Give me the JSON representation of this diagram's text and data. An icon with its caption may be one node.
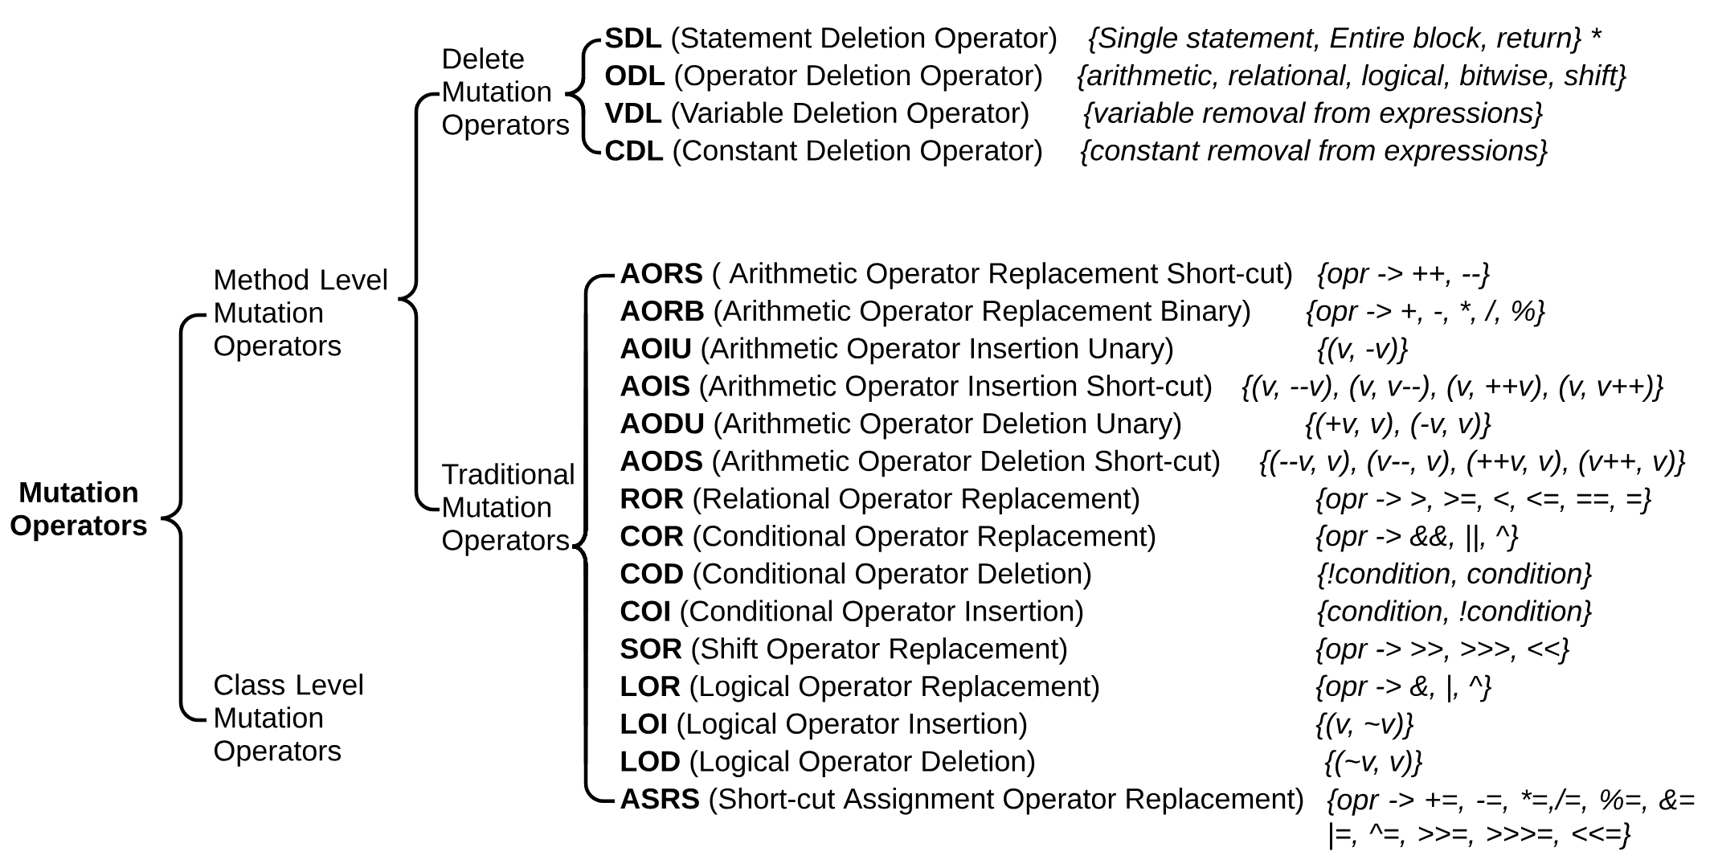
{
  "diagram": {
    "nodes": [
      {
        "text": [
          "Mutation Operators"
        ]
      },
      {
        "text": [
          "Method Level Mutation Operators"
        ]
      },
      {
        "text": [
          "Delete Mutation Operators"
        ]
      },
      {
        "text": [
          "**SDL** (Statement Deletion Operator)",
          "{Single statement, Entire block, return} *"
        ]
      },
      {
        "text": [
          "**ODL** (Operator Deletion Operator)",
          "{arithmetic, relational, logical, bitwise, shift}"
        ]
      },
      {
        "text": [
          "**VDL** (Variable Deletion Operator)",
          "{variable removal from expressions}"
        ]
      },
      {
        "text": [
          "**CDL** (Constant Deletion Operator)",
          "{constant removal from expressions}"
        ]
      },
      {
        "text": [
          "Traditional Mutation Operators"
        ]
      },
      {
        "text": [
          "**AORS** ( Arithmetic Operator Replacement Short-cut)",
          "{opr -> ++, --}"
        ]
      },
      {
        "text": [
          "**AORB** (Arithmetic Operator Replacement Binary)",
          "{opr -> +, -, *, /, %}"
        ]
      },
      {
        "text": [
          "**AOIU** (Arithmetic Operator Insertion Unary)",
          "{(v, -v)}"
        ]
      },
      {
        "text": [
          "**AOIS** (Arithmetic Operator Insertion Short-cut)",
          "{(v, --v), (v, v--), (v, ++v), (v, v++)}"
        ]
      },
      {
        "text": [
          "**AODU** (Arithmetic Operator Deletion Unary)",
          "{(+v, v), (-v, v)}"
        ]
      },
      {
        "text": [
          "**AODS** (Arithmetic Operator Deletion Short-cut)",
          "{(--v, v), (v--, v), (++v, v), (v++, v)}"
        ]
      },
      {
        "text": [
          "**ROR** (Relational Operator Replacement)",
          "{opr -> >, >=, <, <=, ==, =}"
        ]
      },
      {
        "text": [
          "**COR** (Conditional Operator Replacement)",
          "{opr -> &&, ||, ^}"
        ]
      },
      {
        "text": [
          "**COD** (Conditional Operator Deletion)",
          "{!condition, condition}"
        ]
      },
      {
        "text": [
          "**COI** (Conditional Operator Insertion)",
          "{condition, !condition}"
        ]
      },
      {
        "text": [
          "**SOR** (Shift Operator Replacement)",
          "{opr -> >>, >>>, <<}"
        ]
      },
      {
        "text": [
          "**LOR** (Logical Operator Replacement)",
          "{opr -> &, |, ^}"
        ]
      },
      {
        "text": [
          "**LOI** (Logical Operator Insertion)",
          "{(v, ~v)}"
        ]
      },
      {
        "text": [
          "**LOD** (Logical Operator Deletion)",
          "{(~v, v)}"
        ]
      },
      {
        "text": [
          "**ASRS** (Short-cut Assignment Operator Replacement)",
          "{opr -> +=, -=, *=,/=, %=, &= |=, ^=, >>=, >>>=, <<=}"
        ]
      },
      {
        "text": [
          "Class Level Mutation Operators"
        ]
      }
    ],
    "edges": [
      {
        "from": 0,
        "to": 1,
        "arrow": "none"
      },
      {
        "from": 0,
        "to": 23,
        "arrow": "none"
      },
      {
        "from": 1,
        "to": 2,
        "arrow": "none"
      },
      {
        "from": 1,
        "to": 7,
        "arrow": "none"
      },
      {
        "from": 2,
        "to": 3,
        "arrow": "none"
      },
      {
        "from": 2,
        "to": 4,
        "arrow": "none"
      },
      {
        "from": 2,
        "to": 5,
        "arrow": "none"
      },
      {
        "from": 2,
        "to": 6,
        "arrow": "none"
      },
      {
        "from": 7,
        "to": 8,
        "arrow": "none"
      },
      {
        "from": 7,
        "to": 9,
        "arrow": "none"
      },
      {
        "from": 7,
        "to": 10,
        "arrow": "none"
      },
      {
        "from": 7,
        "to": 11,
        "arrow": "none"
      },
      {
        "from": 7,
        "to": 12,
        "arrow": "none"
      },
      {
        "from": 7,
        "to": 13,
        "arrow": "none"
      },
      {
        "from": 7,
        "to": 14,
        "arrow": "none"
      },
      {
        "from": 7,
        "to": 15,
        "arrow": "none"
      },
      {
        "from": 7,
        "to": 16,
        "arrow": "none"
      },
      {
        "from": 7,
        "to": 17,
        "arrow": "none"
      },
      {
        "from": 7,
        "to": 18,
        "arrow": "none"
      },
      {
        "from": 7,
        "to": 19,
        "arrow": "none"
      },
      {
        "from": 7,
        "to": 20,
        "arrow": "none"
      },
      {
        "from": 7,
        "to": 21,
        "arrow": "none"
      },
      {
        "from": 7,
        "to": 22,
        "arrow": "none"
      }
    ]
  }
}
